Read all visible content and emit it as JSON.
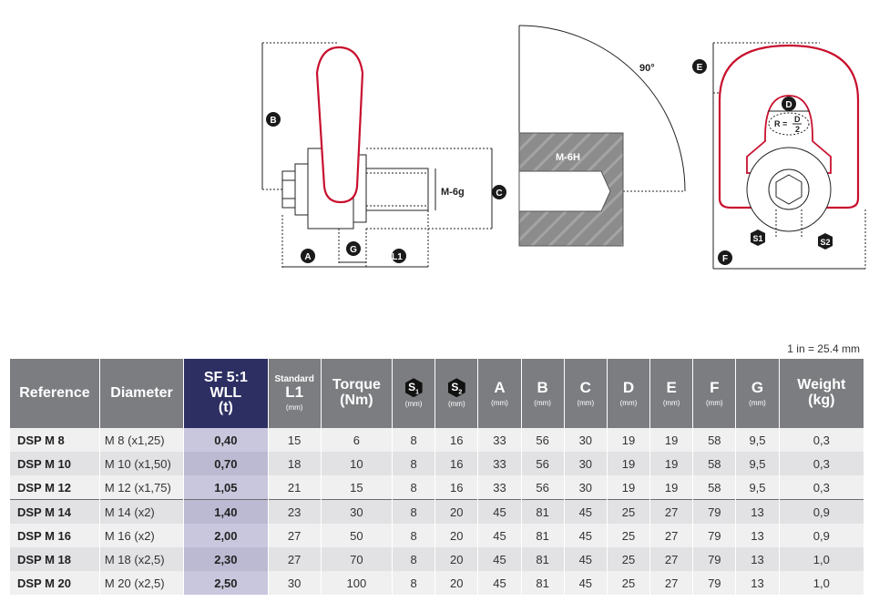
{
  "drawings": {
    "side_view": {
      "thread_label": "M-6g",
      "dims": [
        "B",
        "C",
        "A",
        "G",
        "L1"
      ]
    },
    "section_view": {
      "thread_label": "M-6H",
      "angle_label": "90°"
    },
    "front_view": {
      "dims": [
        "E",
        "D",
        "F",
        "S1",
        "S2"
      ],
      "radius_formula": {
        "prefix": "R =",
        "numerator": "D",
        "denominator": "2"
      }
    }
  },
  "unit_note": "1 in = 25.4 mm",
  "table": {
    "headers": {
      "reference": "Reference",
      "diameter": "Diameter",
      "sf": {
        "line1": "SF 5:1",
        "line2": "WLL",
        "line3": "(t)"
      },
      "l1": {
        "top": "Standard",
        "label": "L1",
        "unit": "(mm)"
      },
      "torque": {
        "line1": "Torque",
        "line2": "(Nm)"
      },
      "s1": {
        "letter": "S",
        "sub": "1",
        "unit": "(mm)"
      },
      "s2": {
        "letter": "S",
        "sub": "2",
        "unit": "(mm)"
      },
      "a": {
        "label": "A",
        "unit": "(mm)"
      },
      "b": {
        "label": "B",
        "unit": "(mm)"
      },
      "c": {
        "label": "C",
        "unit": "(mm)"
      },
      "d": {
        "label": "D",
        "unit": "(mm)"
      },
      "e": {
        "label": "E",
        "unit": "(mm)"
      },
      "f": {
        "label": "F",
        "unit": "(mm)"
      },
      "g": {
        "label": "G",
        "unit": "(mm)"
      },
      "weight": {
        "line1": "Weight",
        "line2": "(kg)"
      }
    },
    "rows": [
      [
        "DSP M 8",
        "M 8 (x1,25)",
        "0,40",
        "15",
        "6",
        "8",
        "16",
        "33",
        "56",
        "30",
        "19",
        "19",
        "58",
        "9,5",
        "0,3"
      ],
      [
        "DSP M 10",
        "M 10 (x1,50)",
        "0,70",
        "18",
        "10",
        "8",
        "16",
        "33",
        "56",
        "30",
        "19",
        "19",
        "58",
        "9,5",
        "0,3"
      ],
      [
        "DSP M 12",
        "M 12 (x1,75)",
        "1,05",
        "21",
        "15",
        "8",
        "16",
        "33",
        "56",
        "30",
        "19",
        "19",
        "58",
        "9,5",
        "0,3"
      ],
      [
        "DSP M 14",
        "M 14 (x2)",
        "1,40",
        "23",
        "30",
        "8",
        "20",
        "45",
        "81",
        "45",
        "25",
        "27",
        "79",
        "13",
        "0,9"
      ],
      [
        "DSP M 16",
        "M 16 (x2)",
        "2,00",
        "27",
        "50",
        "8",
        "20",
        "45",
        "81",
        "45",
        "25",
        "27",
        "79",
        "13",
        "0,9"
      ],
      [
        "DSP M 18",
        "M 18 (x2,5)",
        "2,30",
        "27",
        "70",
        "8",
        "20",
        "45",
        "81",
        "45",
        "25",
        "27",
        "79",
        "13",
        "1,0"
      ],
      [
        "DSP M 20",
        "M 20 (x2,5)",
        "2,50",
        "30",
        "100",
        "8",
        "20",
        "45",
        "81",
        "45",
        "25",
        "27",
        "79",
        "13",
        "1,0"
      ]
    ]
  },
  "colors": {
    "header_gray": "#7b7d80",
    "header_sf": "#2d2f63",
    "sf_cell": "#c9c7dd",
    "ring_red": "#c8102e"
  }
}
